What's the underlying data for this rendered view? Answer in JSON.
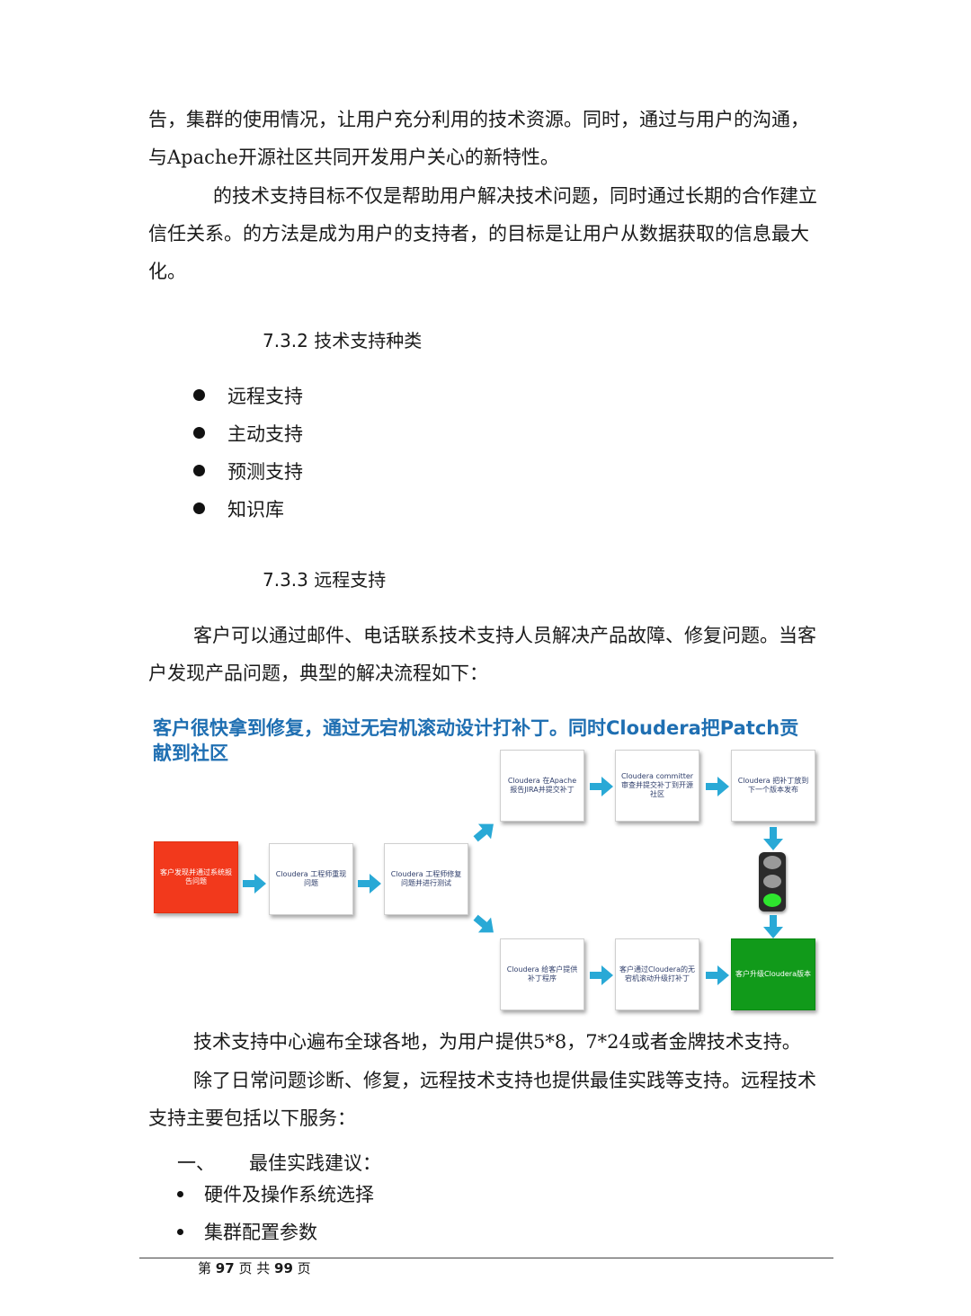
{
  "paragraphs": {
    "p1": "告，集群的使用情况，让用户充分利用的技术资源。同时，通过与用户的沟通，与Apache开源社区共同开发用户关心的新特性。",
    "p2": "的技术支持目标不仅是帮助用户解决技术问题，同时通过长期的合作建立信任关系。的方法是成为用户的支持者，的目标是让用户从数据获取的信息最大化。",
    "p3": "客户可以通过邮件、电话联系技术支持人员解决产品故障、修复问题。当客户发现产品问题，典型的解决流程如下：",
    "p4": "技术支持中心遍布全球各地，为用户提供5*8，7*24或者金牌技术支持。",
    "p5": "除了日常问题诊断、修复，远程技术支持也提供最佳实践等支持。远程技术支持主要包括以下服务："
  },
  "section_732": {
    "title": "7.3.2 技术支持种类"
  },
  "support_types": [
    "远程支持",
    "主动支持",
    "预测支持",
    "知识库"
  ],
  "section_733": {
    "title": "7.3.3 远程支持"
  },
  "figure": {
    "title": "客户很快拿到修复，通过无宕机滚动设计打补丁。同时Cloudera把Patch贡献到社区",
    "steps": {
      "s1": "客户发现并通过系统报告问题",
      "s2": "Cloudera 工程师重现问题",
      "s3": "Cloudera 工程师修复问题并进行测试",
      "u1": "Cloudera 在Apache报告JIRA并提交补丁",
      "u2": "Cloudera committer 审查并提交补丁到开源社区",
      "u3": "Cloudera 把补丁放到下一个版本发布",
      "d1": "Cloudera 给客户提供补丁程序",
      "d2": "客户通过Cloudera的无宕机滚动升级打补丁",
      "d3": "客户升级Cloudera版本"
    },
    "colors": {
      "arrow": "#29a9d6",
      "red_box": "#f2391c",
      "green_box": "#119a1a",
      "lamp_gray": "#9a9a9a",
      "lamp_green": "#2ee62e"
    }
  },
  "list_heading": {
    "number": "一、",
    "text": "最佳实践建议："
  },
  "best_practices": [
    "硬件及操作系统选择",
    "集群配置参数"
  ],
  "footer": {
    "prefix": "第",
    "page": "97",
    "mid": "页 共",
    "total": "99",
    "suffix": "页"
  }
}
